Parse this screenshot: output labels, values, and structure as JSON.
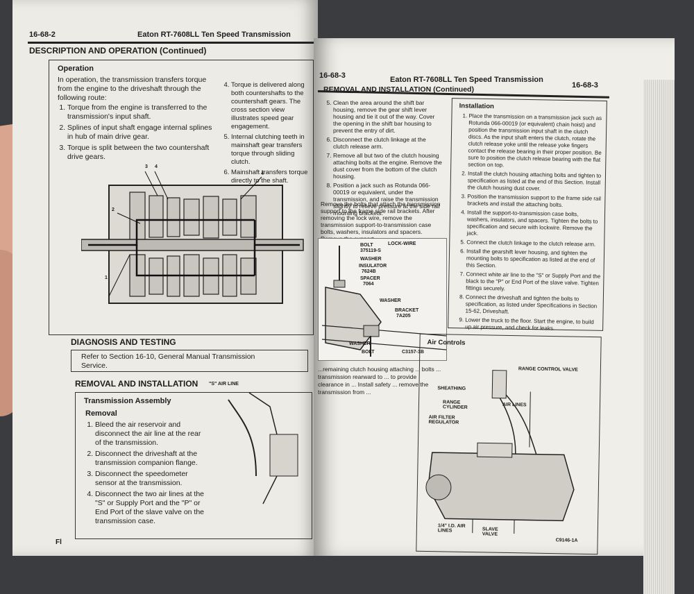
{
  "left_page": {
    "page_number": "16-68-2",
    "running_title": "Eaton RT-7608LL Ten Speed Transmission",
    "section_title": "DESCRIPTION AND OPERATION (Continued)",
    "operation": {
      "heading": "Operation",
      "intro": "In operation, the transmission transfers torque from the engine to the driveshaft through the following route:",
      "steps_left": [
        "Torque from the engine is transferred to the transmission's input shaft.",
        "Splines of input shaft engage internal splines in hub of main drive gear.",
        "Torque is split between the two countershaft drive gears."
      ],
      "steps_right": [
        "Torque is delivered along both countershafts to the countershaft gears. The cross section view illustrates speed gear engagement.",
        "Internal clutching teeth in mainshaft gear transfers torque through sliding clutch.",
        "Mainshaft transfers torque directly to the shaft."
      ]
    },
    "figure_callouts": [
      "1",
      "2",
      "3",
      "4"
    ],
    "diagnosis": {
      "title": "DIAGNOSIS AND TESTING",
      "text": "Refer to Section 16-10, General Manual Transmission Service."
    },
    "removal": {
      "title": "REMOVAL AND INSTALLATION",
      "box_heading": "Transmission Assembly",
      "sub_heading": "Removal",
      "steps": [
        "Bleed the air reservoir and disconnect the air line at the rear of the transmission.",
        "Disconnect the driveshaft at the transmission companion flange.",
        "Disconnect the speedometer sensor at the transmission.",
        "Disconnect the two air lines at the \"S\" or Supply Port and the \"P\" or End Port of the slave valve on the transmission case."
      ]
    },
    "footer": "Fl"
  },
  "right_page": {
    "page_number_left": "16-68-3",
    "running_title": "Eaton RT-7608LL Ten Speed Transmission",
    "page_number_right": "16-68-3",
    "section_title": "REMOVAL AND INSTALLATION (Continued)",
    "removal_steps": [
      "Clean the area around the shift bar housing, remove the gear shift lever housing and tie it out of the way. Cover the opening in the shift bar housing to prevent the entry of dirt.",
      "Disconnect the clutch linkage at the clutch release arm.",
      "Remove all but two of the clutch housing attaching bolts at the engine. Remove the dust cover from the bottom of the clutch housing.",
      "Position a jack such as Rotunda 066-00019 or equivalent, under the transmission, and raise the transmission slightly to relieve pressure at the side rail mounting brackets."
    ],
    "removal_para": "Remove the bolts that attach the transmission support to the frame side rail brackets. After removing the lock wire, remove the transmission support-to-transmission case bolts, washers, insulators and spacers. Remove the support.",
    "figure_labels": {
      "bolt": "BOLT",
      "bolt_num": "375119-S",
      "lockwire": "LOCK-WIRE",
      "washer": "WASHER",
      "insulator": "INSULATOR",
      "insulator_num": "7624B",
      "spacer": "SPACER",
      "spacer_num": "7064",
      "washer2": "WASHER",
      "bracket": "BRACKET",
      "bracket_num": "7A205",
      "washer3": "WASHER",
      "bolt2": "BOLT",
      "fig_id": "C3157-1B"
    },
    "lower_frag": "...remaining clutch housing attaching ... bolts ... transmission rearward to ... to provide clearance in ... Install safety ... remove the transmission from ...",
    "installation": {
      "heading": "Installation",
      "steps": [
        "Place the transmission on a transmission jack such as Rotunda 066-00019 (or equivalent) chain hoist) and position the transmission input shaft in the clutch discs. As the input shaft enters the clutch, rotate the clutch release yoke until the release yoke fingers contact the release bearing in their proper position. Be sure to position the clutch release bearing with the flat section on top.",
        "Install the clutch housing attaching bolts and tighten to specification as listed at the end of this Section. Install the clutch housing dust cover.",
        "Position the transmission support to the frame side rail brackets and install the attaching bolts.",
        "Install the support-to-transmission case bolts, washers, insulators, and spacers. Tighten the bolts to specification and secure with lockwire. Remove the jack.",
        "Connect the clutch linkage to the clutch release arm.",
        "Install the gearshift lever housing, and tighten the mounting bolts to specification as listed at the end of this Section.",
        "Connect white air line to the \"S\" or Supply Port and the black to the \"P\" or End Port of the slave valve. Tighten fittings securely.",
        "Connect the driveshaft and tighten the bolts to specification, as listed under Specifications in Section 15-62, Driveshaft.",
        "Lower the truck to the floor. Start the engine, to build up air pressure, and check for leaks."
      ]
    },
    "air_controls": {
      "heading": "Air Controls",
      "labels": {
        "range_control_valve": "RANGE CONTROL VALVE",
        "sheathing": "SHEATHING",
        "range_cylinder": "RANGE CYLINDER",
        "air_lines": "AIR LINES",
        "air_filter_regulator": "AIR FILTER REGULATOR",
        "quarter_id_air_lines": "1/4\" I.D. AIR LINES",
        "slave_valve": "SLAVE VALVE",
        "fig_id": "C9146-1A"
      }
    },
    "s_air_line": "\"S\" AIR LINE"
  }
}
